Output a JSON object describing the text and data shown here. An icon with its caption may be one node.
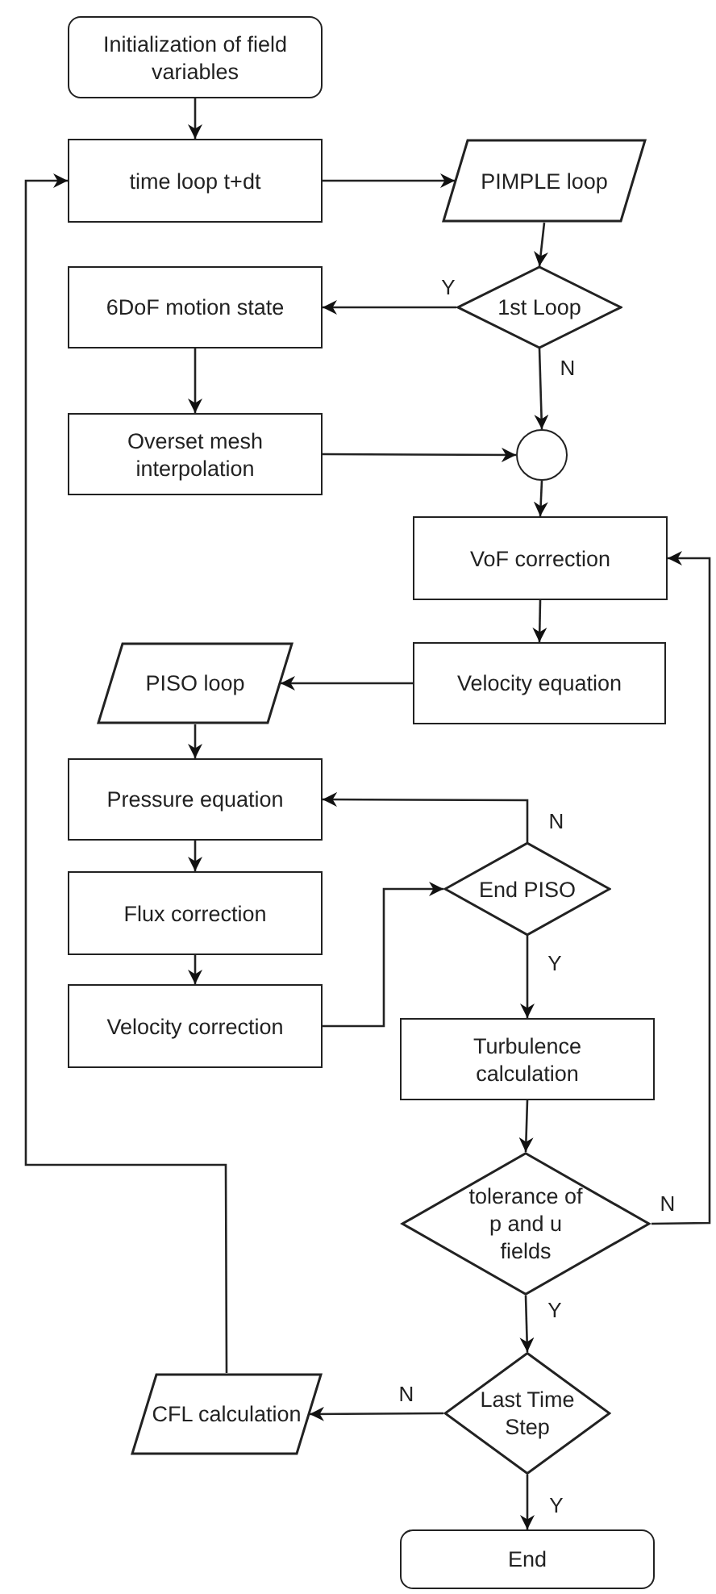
{
  "diagram": {
    "nodes": [
      {
        "text": [
          "Initialization of field variables"
        ]
      },
      {
        "text": [
          "time loop t+dt"
        ]
      },
      {
        "text": [
          "PIMPLE loop"
        ]
      },
      {
        "text": [
          "1st Loop"
        ]
      },
      {
        "text": [
          "6DoF motion state"
        ]
      },
      {
        "text": [
          "Overset mesh interpolation"
        ]
      },
      {
        "text": [],
        "shape": "circle"
      },
      {
        "text": [
          "VoF correction"
        ]
      },
      {
        "text": [
          "Velocity equation"
        ]
      },
      {
        "text": [
          "PISO loop"
        ]
      },
      {
        "text": [
          "Pressure equation"
        ]
      },
      {
        "text": [
          "Flux correction"
        ]
      },
      {
        "text": [
          "Velocity correction"
        ]
      },
      {
        "text": [
          "End PISO"
        ]
      },
      {
        "text": [
          "Turbulence calculation"
        ]
      },
      {
        "text": [
          "tolerance of p and u fields"
        ]
      },
      {
        "text": [
          "Last Time Step"
        ]
      },
      {
        "text": [
          "CFL calculation"
        ]
      },
      {
        "text": [
          "End"
        ]
      }
    ],
    "edges": [
      {
        "from": 0,
        "to": 1,
        "arrow": "to"
      },
      {
        "from": 1,
        "to": 2,
        "arrow": "to"
      },
      {
        "from": 2,
        "to": 3,
        "arrow": "to"
      },
      {
        "from": 3,
        "to": 4,
        "arrow": "to",
        "label": "Y"
      },
      {
        "from": 3,
        "to": 6,
        "arrow": "to",
        "label": "N"
      },
      {
        "from": 4,
        "to": 5,
        "arrow": "to"
      },
      {
        "from": 5,
        "to": 6,
        "arrow": "to"
      },
      {
        "from": 6,
        "to": 7,
        "arrow": "to"
      },
      {
        "from": 7,
        "to": 8,
        "arrow": "to"
      },
      {
        "from": 8,
        "to": 9,
        "arrow": "to"
      },
      {
        "from": 9,
        "to": 10,
        "arrow": "to"
      },
      {
        "from": 10,
        "to": 11,
        "arrow": "to"
      },
      {
        "from": 11,
        "to": 12,
        "arrow": "to"
      },
      {
        "from": 12,
        "to": 13,
        "arrow": "to"
      },
      {
        "from": 13,
        "to": 10,
        "arrow": "to",
        "label": "N"
      },
      {
        "from": 13,
        "to": 14,
        "arrow": "to",
        "label": "Y"
      },
      {
        "from": 14,
        "to": 15,
        "arrow": "to"
      },
      {
        "from": 15,
        "to": 7,
        "arrow": "to",
        "label": "N"
      },
      {
        "from": 15,
        "to": 16,
        "arrow": "to",
        "label": "Y"
      },
      {
        "from": 16,
        "to": 17,
        "arrow": "to",
        "label": "N"
      },
      {
        "from": 16,
        "to": 18,
        "arrow": "to",
        "label": "Y"
      },
      {
        "from": 17,
        "to": 1,
        "arrow": "to"
      }
    ]
  }
}
